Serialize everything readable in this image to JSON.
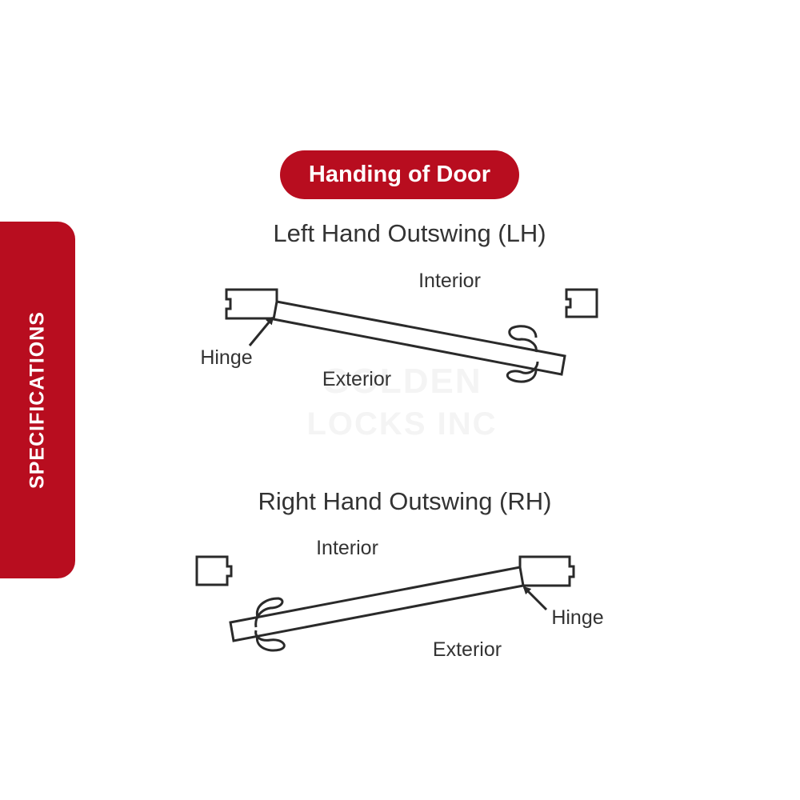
{
  "colors": {
    "accent": "#b80d1f",
    "line": "#2a2a2a",
    "text": "#333333"
  },
  "side_tab": {
    "label": "SPECIFICATIONS"
  },
  "title": "Handing of Door",
  "watermark": {
    "line1": "GOLDEN",
    "line2": "LOCKS INC"
  },
  "left_hand": {
    "heading": "Left Hand Outswing (LH)",
    "interior_label": "Interior",
    "exterior_label": "Exterior",
    "hinge_label": "Hinge"
  },
  "right_hand": {
    "heading": "Right Hand Outswing (RH)",
    "interior_label": "Interior",
    "exterior_label": "Exterior",
    "hinge_label": "Hinge"
  }
}
